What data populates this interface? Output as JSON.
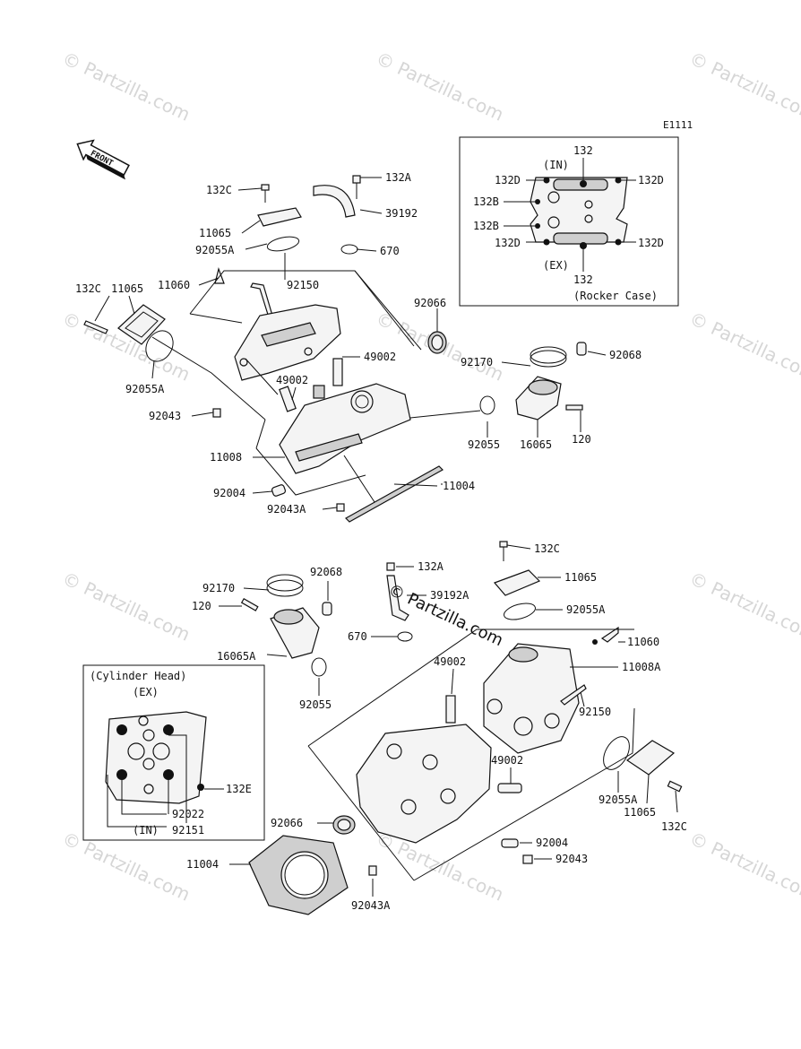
{
  "diagram_code": "E1111",
  "front_label": "FRONT",
  "watermark": "© Partzilla.com",
  "center_watermark": "© Partzilla.com",
  "rocker_inset": {
    "caption": "(Rocker Case)",
    "in_label": "(IN)",
    "ex_label": "(EX)",
    "labels": [
      "132",
      "132D",
      "132D",
      "132B",
      "132B",
      "132D",
      "132D",
      "132"
    ]
  },
  "head_inset": {
    "caption": "(Cylinder Head)",
    "ex_label": "(EX)",
    "in_label": "(IN)",
    "labels": [
      "132E",
      "92022",
      "92151"
    ]
  },
  "upper_labels": [
    "132C",
    "132A",
    "39192",
    "11065",
    "92055A",
    "670",
    "11060",
    "92150",
    "132C",
    "11065",
    "92066",
    "49002",
    "49002",
    "92170",
    "92068",
    "92055A",
    "92043",
    "92055",
    "16065",
    "120",
    "11008",
    "11004",
    "92004",
    "92043A"
  ],
  "lower_labels": [
    "132C",
    "132A",
    "11065",
    "92170",
    "92068",
    "39192A",
    "120",
    "92055A",
    "11060",
    "16065A",
    "670",
    "49002",
    "11008A",
    "92055",
    "92150",
    "49002",
    "92055A",
    "11065",
    "92066",
    "132C",
    "92004",
    "11004",
    "92043",
    "92043A"
  ]
}
